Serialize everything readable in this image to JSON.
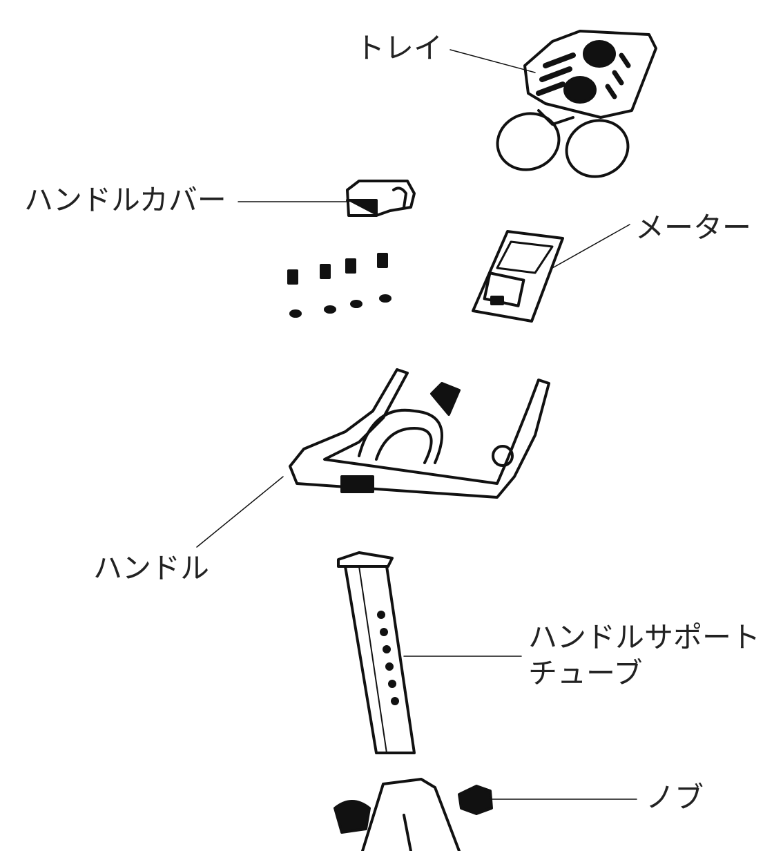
{
  "labels": {
    "tray": "トレイ",
    "handle_cover": "ハンドルカバー",
    "meter": "メーター",
    "handle": "ハンドル",
    "support_tube_line1": "ハンドルサポート",
    "support_tube_line2": "チューブ",
    "knob": "ノブ"
  }
}
